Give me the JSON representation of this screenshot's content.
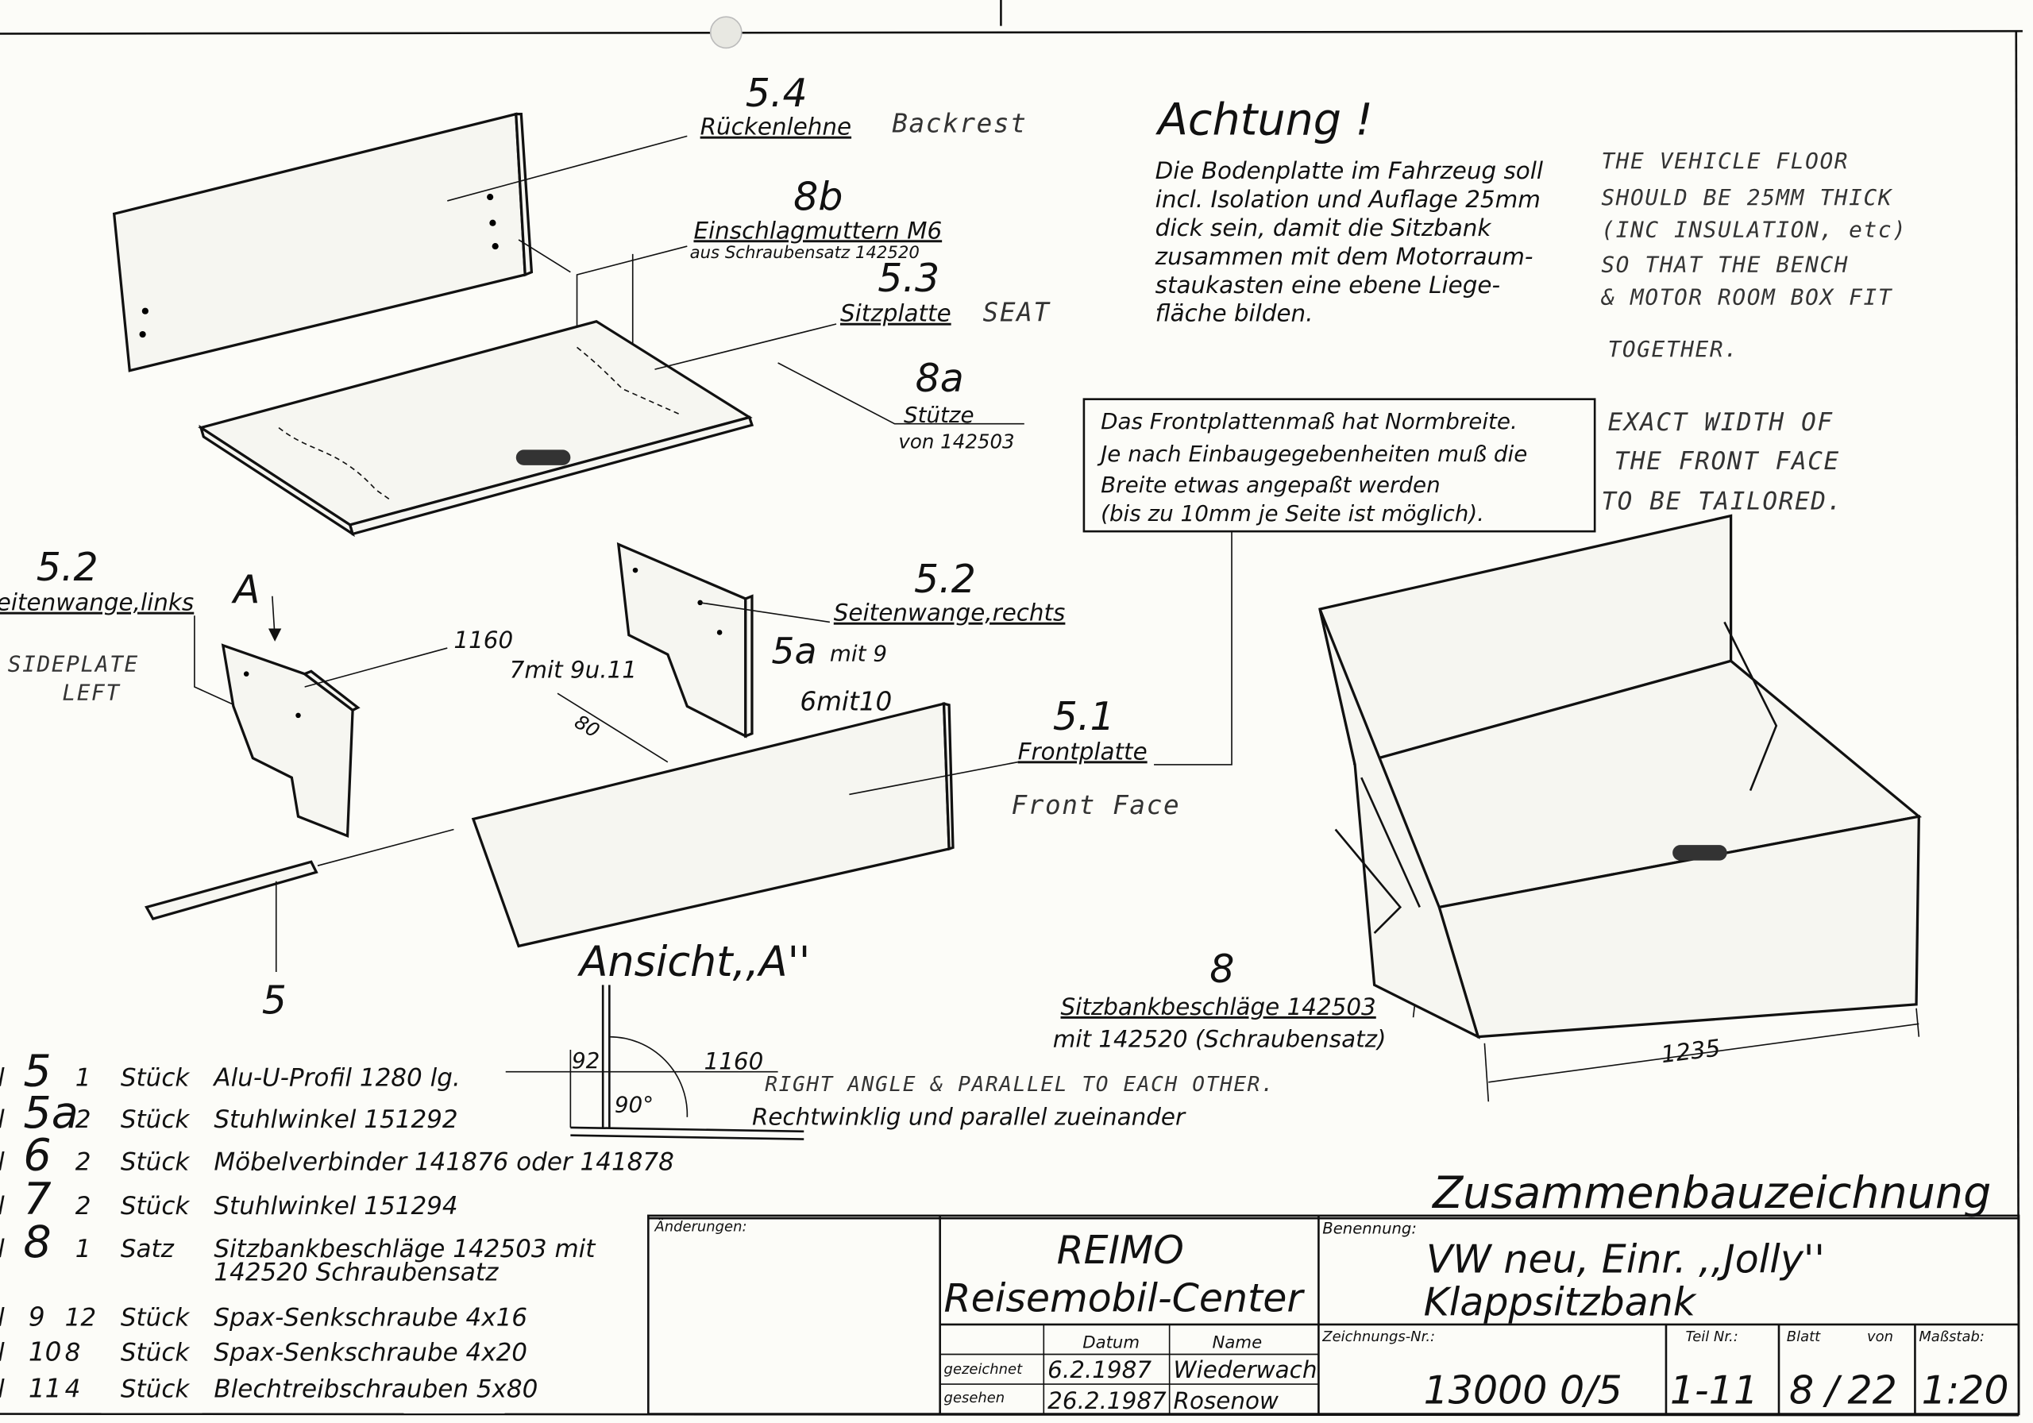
{
  "callouts": {
    "p54": {
      "num": "5.4",
      "label": "Rückenlehne",
      "note": "Backrest"
    },
    "p8b": {
      "num": "8b",
      "label": "Einschlagmuttern M6",
      "sub": "aus Schraubensatz 142520"
    },
    "p53": {
      "num": "5.3",
      "label": "Sitzplatte",
      "note": "SEAT"
    },
    "p8a": {
      "num": "8a",
      "label": "Stütze",
      "sub": "von 142503"
    },
    "p52l": {
      "num": "5.2",
      "label": "Seitenwange,links",
      "note1": "SIDEPLATE",
      "note2": "LEFT"
    },
    "viewA": "A",
    "p52r": {
      "num": "5.2",
      "label": "Seitenwange,rechts"
    },
    "dim1160": "1160",
    "p7": "7mit 9u.11",
    "p5a": "5a",
    "p5a_sub": "mit 9",
    "p6": "6mit10",
    "dim80": "80",
    "p51": {
      "num": "5.1",
      "label": "Frontplatte",
      "note": "Front Face"
    },
    "p5": "5",
    "p8": {
      "num": "8",
      "label": "Sitzbankbeschläge 142503",
      "sub": "mit 142520 (Schraubensatz)"
    },
    "dim1235": "1235"
  },
  "achtung": {
    "title": "Achtung !",
    "lines": [
      "Die Bodenplatte im Fahrzeug soll",
      "incl. Isolation und Auflage 25mm",
      "dick sein, damit die Sitzbank",
      "zusammen mit dem Motorraum-",
      "staukasten eine ebene Liege-",
      "fläche bilden."
    ],
    "handwritten": [
      "THE VEHICLE FLOOR",
      "SHOULD BE 25MM THICK",
      "(INC INSULATION, etc)",
      "SO THAT THE BENCH",
      "& MOTOR ROOM BOX FIT",
      "TOGETHER."
    ]
  },
  "front_note": {
    "lines": [
      "Das Frontplattenmaß hat Normbreite.",
      "Je nach Einbaugegebenheiten muß die",
      "Breite etwas angepaßt werden",
      "(bis zu 10mm je Seite ist möglich)."
    ],
    "handwritten": [
      "EXACT WIDTH OF",
      "THE FRONT FACE",
      "TO BE TAILORED."
    ]
  },
  "view_a": {
    "title": "Ansicht,,A''",
    "dim92": "92",
    "dim1160": "1160",
    "angle": "90°",
    "text": "Rechtwinklig und parallel zueinander",
    "handwritten": "RIGHT ANGLE & PARALLEL TO EACH OTHER."
  },
  "parts": [
    {
      "prefix": "Teil",
      "num": "5",
      "qty": "1",
      "unit": "Stück",
      "desc": "Alu-U-Profil  1280 lg."
    },
    {
      "prefix": "Teil",
      "num": "5a",
      "qty": "2",
      "unit": "Stück",
      "desc": "Stuhlwinkel      151292"
    },
    {
      "prefix": "Teil",
      "num": "6",
      "qty": "2",
      "unit": "Stück",
      "desc": "Möbelverbinder 141876 oder 141878"
    },
    {
      "prefix": "Teil",
      "num": "7",
      "qty": "2",
      "unit": "Stück",
      "desc": "Stuhlwinkel      151294"
    },
    {
      "prefix": "Teil",
      "num": "8",
      "qty": "1",
      "unit": "Satz",
      "desc": "Sitzbankbeschläge 142503 mit",
      "desc2": "142520 Schraubensatz"
    },
    {
      "prefix": "Teil",
      "num": "9",
      "qty": "12",
      "unit": "Stück",
      "desc": "Spax-Senkschraube    4x16"
    },
    {
      "prefix": "Teil",
      "num": "10",
      "qty": "8",
      "unit": "Stück",
      "desc": "Spax-Senkschraube    4x20"
    },
    {
      "prefix": "Teil",
      "num": "11",
      "qty": "4",
      "unit": "Stück",
      "desc": "Blechtreibschrauben  5x80"
    }
  ],
  "title_block": {
    "drawing_type": "Zusammenbauzeichnung",
    "changes_label": "Änderungen:",
    "company1": "REIMO",
    "company2": "Reisemobil-Center",
    "col_date": "Datum",
    "col_name": "Name",
    "drawn_label": "gezeichnet",
    "drawn_date": "6.2.1987",
    "drawn_name": "Wiederwach",
    "checked_label": "gesehen",
    "checked_date": "26.2.1987",
    "checked_name": "Rosenow",
    "name_label": "Benennung:",
    "name1": "VW neu, Einr. ,,Jolly''",
    "name2": "Klappsitzbank",
    "drawing_no_label": "Zeichnungs-Nr.:",
    "drawing_no": "13000 0/5",
    "part_no_label": "Teil Nr.:",
    "part_no": "1-11",
    "sheet_label": "Blatt",
    "of_label": "von",
    "sheet": "8",
    "sheets_total": "22",
    "scale_label": "Maßstab:",
    "scale": "1:20"
  }
}
